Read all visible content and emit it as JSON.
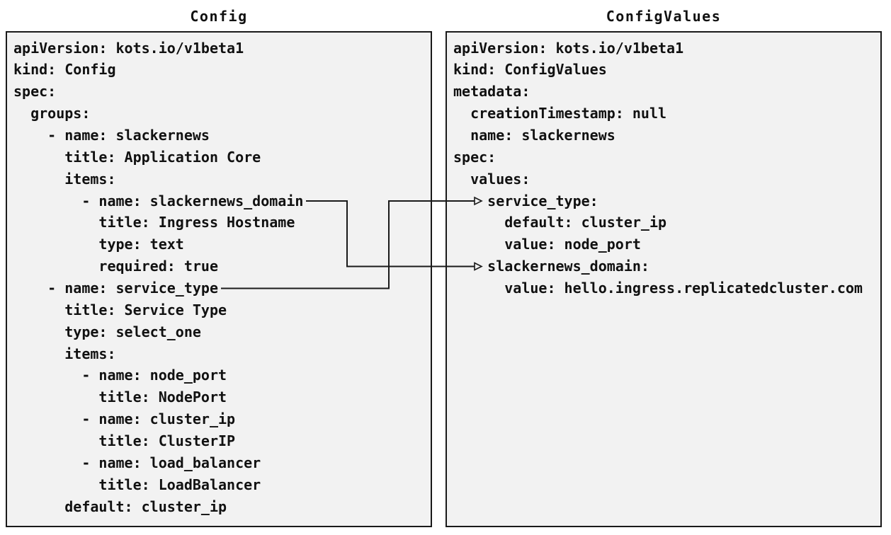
{
  "colors": {
    "page-bg": "#ffffff",
    "panel-bg": "#f2f2f2",
    "panel-border": "#1a1a1a",
    "ink": "#111111",
    "line": "#1a1a1a"
  },
  "panels": {
    "config": {
      "title": "Config",
      "yaml_lines": [
        "apiVersion: kots.io/v1beta1",
        "kind: Config",
        "spec:",
        "  groups:",
        "    - name: slackernews",
        "      title: Application Core",
        "      items:",
        "        - name: slackernews_domain",
        "          title: Ingress Hostname",
        "          type: text",
        "          required: true",
        "    - name: service_type",
        "      title: Service Type",
        "      type: select_one",
        "      items:",
        "        - name: node_port",
        "          title: NodePort",
        "        - name: cluster_ip",
        "          title: ClusterIP",
        "        - name: load_balancer",
        "          title: LoadBalancer",
        "      default: cluster_ip"
      ]
    },
    "configvalues": {
      "title": "ConfigValues",
      "yaml_lines": [
        "apiVersion: kots.io/v1beta1",
        "kind: ConfigValues",
        "metadata:",
        "  creationTimestamp: null",
        "  name: slackernews",
        "spec:",
        "  values:",
        "    service_type:",
        "      default: cluster_ip",
        "      value: node_port",
        "    slackernews_domain:",
        "      value: hello.ingress.replicatedcluster.com"
      ]
    }
  },
  "connections": [
    {
      "from": "Config item \"name: slackernews_domain\"",
      "to": "ConfigValues key \"slackernews_domain:\""
    },
    {
      "from": "Config item \"name: service_type\"",
      "to": "ConfigValues key \"service_type:\""
    }
  ]
}
